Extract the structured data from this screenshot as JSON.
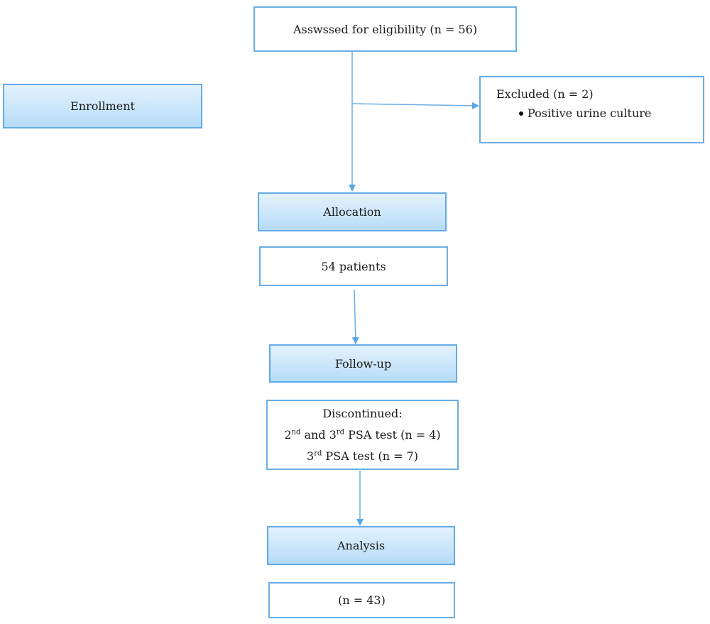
{
  "stages": {
    "enrollment": "Enrollment",
    "allocation": "Allocation",
    "follow_up": "Follow-up",
    "analysis": "Analysis"
  },
  "assessed": "Asswssed for eligibility (n = 56)",
  "excluded": {
    "title": "Excluded (n = 2)",
    "reason": "Positive urine culture"
  },
  "allocated": "54 patients",
  "discontinued": {
    "heading": "Discontinued:",
    "line1_a": "2",
    "line1_sup_a": "nd",
    "line1_b": " and 3",
    "line1_sup_b": "rd",
    "line1_c": " PSA test (n = 4)",
    "line2_a": "3",
    "line2_sup": "rd",
    "line2_b": " PSA test (n = 7)"
  },
  "analysed": "(n = 43)",
  "colors": {
    "border": "#6aaee6",
    "stage_fill_top": "#e4f2fd",
    "stage_fill_bottom": "#b6dcf8",
    "arrow": "#5aa6e6"
  }
}
